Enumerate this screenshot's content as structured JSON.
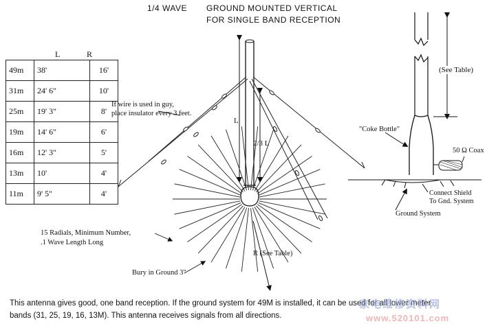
{
  "title": {
    "line1": "1/4 WAVE",
    "line2": "GROUND MOUNTED VERTICAL",
    "line3": "FOR SINGLE BAND RECEPTION"
  },
  "table": {
    "headers": [
      "",
      "L",
      "R"
    ],
    "rows": [
      [
        "49m",
        "38'",
        "16'"
      ],
      [
        "31m",
        "24' 6\"",
        "10'"
      ],
      [
        "25m",
        "19' 3\"",
        "8'"
      ],
      [
        "19m",
        "14' 6\"",
        "6'"
      ],
      [
        "16m",
        "12' 3\"",
        "5'"
      ],
      [
        "13m",
        "10'",
        "4'"
      ],
      [
        "11m",
        "9' 5\"",
        "4'"
      ]
    ]
  },
  "labels": {
    "guy_note_1": "If wire is used in guy,",
    "guy_note_2": "place insulator every 3 feet.",
    "L": "L",
    "two_thirds_L": "2/3 L",
    "radials_1": "15 Radials, Minimum Number,",
    "radials_2": ".1 Wave Length Long",
    "R": "R (See Table)",
    "bury": "Bury in Ground 3\"",
    "see_table": "(See Table)",
    "coke_bottle": "\"Coke Bottle\"",
    "coax": "50 Ω Coax",
    "shield_1": "Connect Shield",
    "shield_2": "To Gnd. System",
    "ground_system": "Ground System"
  },
  "footer": {
    "line1": "This antenna gives good, one band reception.  If the ground system for 49M is installed, it can be used for all lower meter",
    "line2": "bands (31, 25, 19, 16, 13M).  This antenna receives signals from all directions."
  },
  "watermark": {
    "text": "家电维修资料网",
    "url": "www.520101.com"
  }
}
